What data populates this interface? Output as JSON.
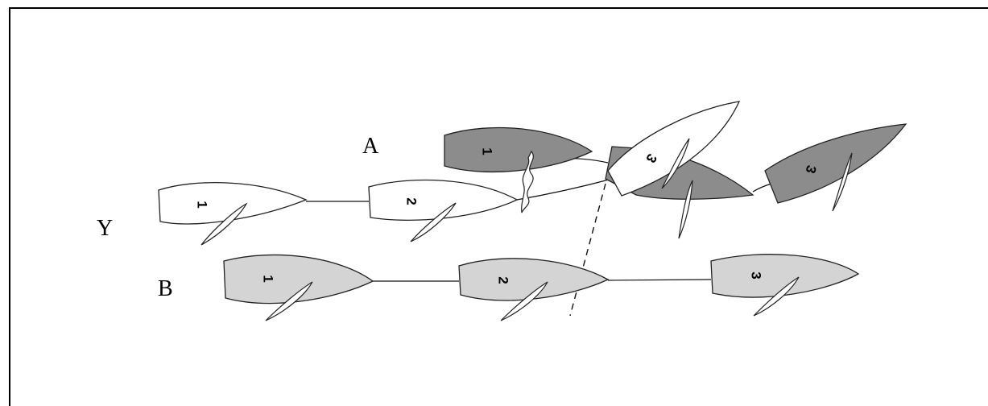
{
  "labels": {
    "boat_a": "A",
    "boat_b": "B",
    "boat_y": "Y"
  },
  "position_numbers": {
    "y1": "1",
    "y2": "2",
    "y3": "3",
    "a1": "1",
    "a3": "3",
    "b1": "1",
    "b2": "2",
    "b3": "3"
  },
  "colors": {
    "boat_a_hull": "#8c8c8c",
    "boat_b_hull": "#d4d4d4",
    "boat_y_hull": "#ffffff",
    "frame": "#000000"
  }
}
